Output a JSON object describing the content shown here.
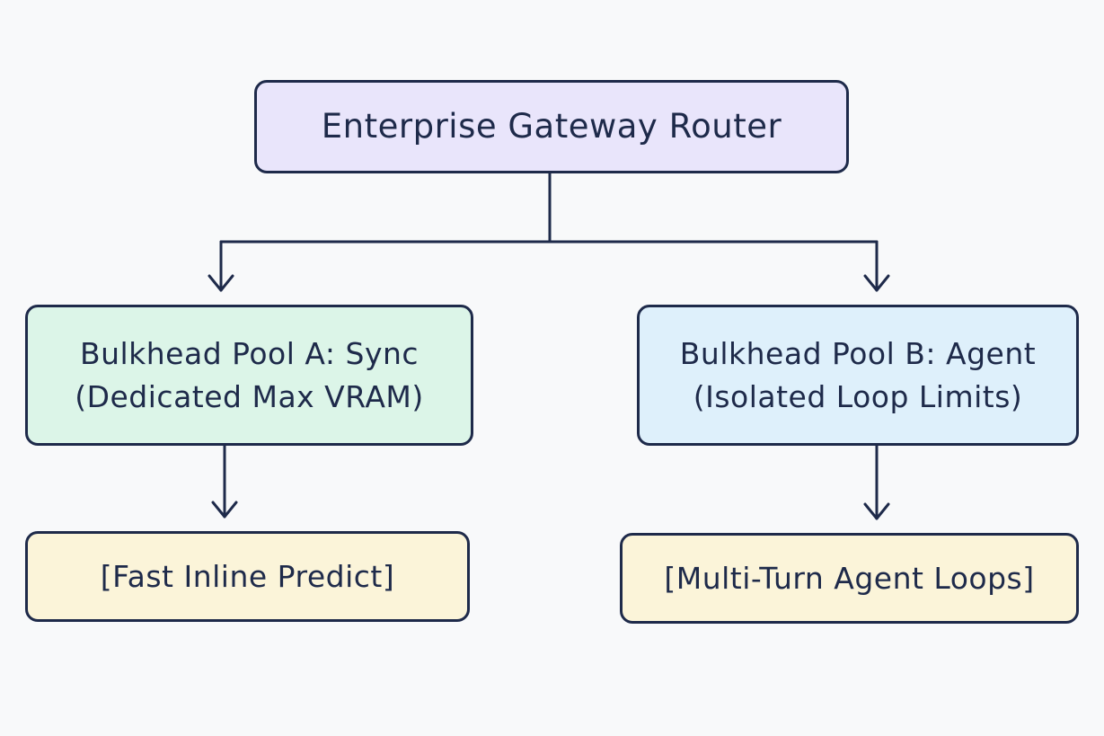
{
  "diagram": {
    "router": {
      "label": "Enterprise Gateway Router"
    },
    "pool_a": {
      "line1": "Bulkhead Pool A: Sync",
      "line2": "(Dedicated Max VRAM)"
    },
    "pool_b": {
      "line1": "Bulkhead Pool B: Agent",
      "line2": "(Isolated Loop Limits)"
    },
    "task_a": {
      "label": "[Fast Inline Predict]"
    },
    "task_b": {
      "label": "[Multi-Turn Agent Loops]"
    }
  },
  "colors": {
    "background": "#f8f9fa",
    "stroke": "#1e2a4a",
    "router_fill": "#e9e5fb",
    "pool_a_fill": "#dcf5e8",
    "pool_b_fill": "#def0fb",
    "task_fill": "#fbf4d9"
  }
}
